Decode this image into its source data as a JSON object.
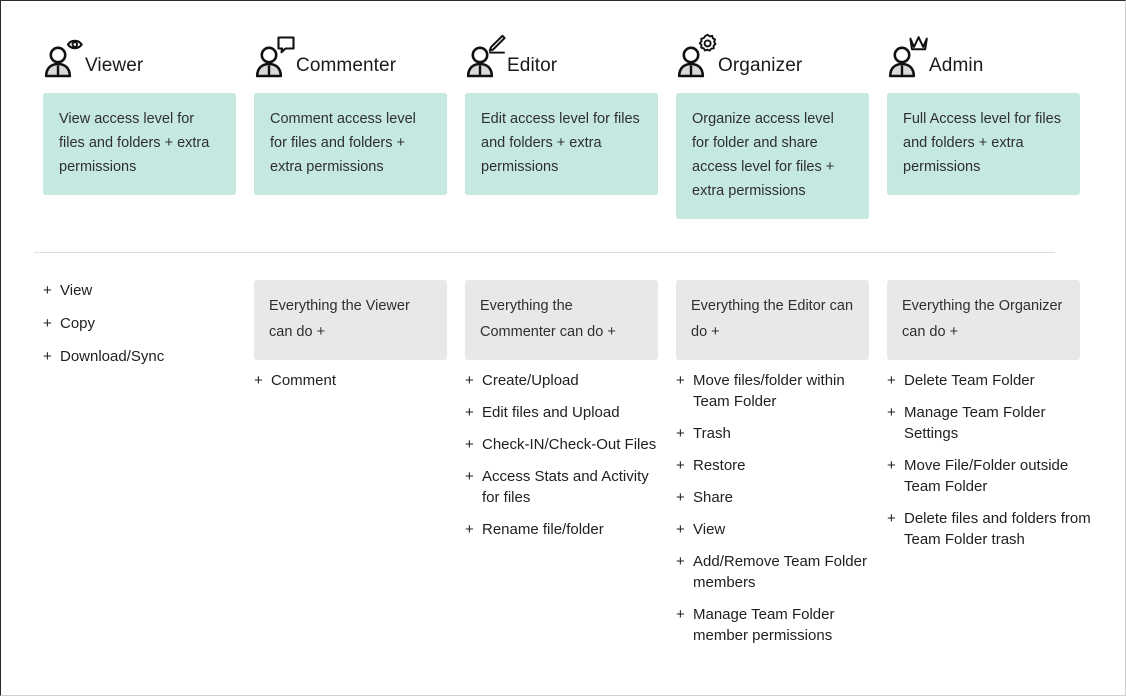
{
  "roles": [
    {
      "id": "viewer",
      "name": "Viewer",
      "icon": "person-eye-icon",
      "description": "View access level for files and folders + extra permissions",
      "inherits": null,
      "permissions": [
        "View",
        "Copy",
        "Download/Sync"
      ]
    },
    {
      "id": "commenter",
      "name": "Commenter",
      "icon": "person-comment-icon",
      "description": "Comment access level for files and folders + extra permissions",
      "inherits": "Everything the Viewer can do +",
      "permissions": [
        "Comment"
      ]
    },
    {
      "id": "editor",
      "name": "Editor",
      "icon": "person-pencil-icon",
      "description": "Edit access level for files and folders + extra permissions",
      "inherits": "Everything the Commenter can do +",
      "permissions": [
        "Create/Upload",
        "Edit files and Upload",
        "Check-IN/Check-Out Files",
        "Access Stats and Activity for files",
        "Rename file/folder"
      ]
    },
    {
      "id": "organizer",
      "name": "Organizer",
      "icon": "person-gear-icon",
      "description": "Organize access level for folder and share access level for files + extra permissions",
      "inherits": "Everything the Editor can do +",
      "permissions": [
        "Move files/folder within Team Folder",
        "Trash",
        "Restore",
        "Share",
        "View",
        "Add/Remove Team Folder members",
        "Manage Team Folder member permissions"
      ]
    },
    {
      "id": "admin",
      "name": "Admin",
      "icon": "person-crown-icon",
      "description": "Full Access level for files and folders + extra permissions",
      "inherits": "Everything the Organizer can do +",
      "permissions": [
        "Delete Team Folder",
        "Manage Team Folder Settings",
        "Move File/Folder outside Team Folder",
        "Delete files and folders from Team Folder trash"
      ]
    }
  ],
  "symbols": {
    "plus": "+"
  },
  "colors": {
    "description_bg": "#c5e8e0",
    "banner_bg": "#e8e8e8",
    "divider": "#dedede",
    "text": "#1f1f1f"
  }
}
